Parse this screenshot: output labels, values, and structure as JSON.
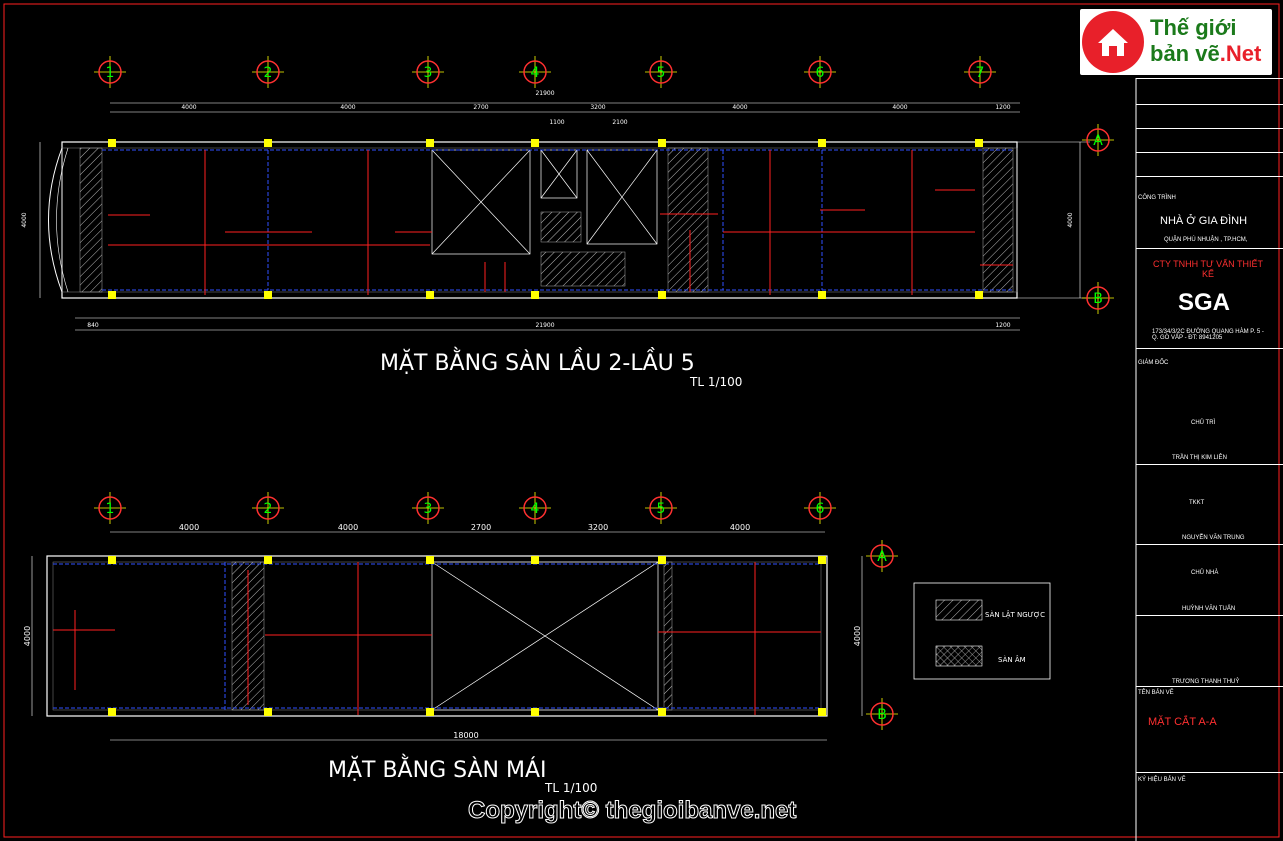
{
  "logo": {
    "line1": "Thế giới",
    "line2a": "bản vẽ",
    "line2b": ".Net",
    "color_green": "#1b7a1b",
    "color_red": "#e8202a"
  },
  "plan1": {
    "title": "MẶT BẰNG SÀN LẦU 2-LẦU 5",
    "scale": "TL 1/100",
    "axes": [
      "1",
      "2",
      "3",
      "4",
      "5",
      "6",
      "7"
    ],
    "row_axes": [
      "A",
      "B"
    ],
    "top_total": "21900",
    "top_dims": [
      "4000",
      "4000",
      "2700",
      "3200",
      "4000",
      "4000",
      "1200"
    ],
    "sub_dims": [
      "1100",
      "2100"
    ],
    "bottom_dims": [
      "840",
      "21900",
      "1200"
    ],
    "side_dim": "4000"
  },
  "plan2": {
    "title": "MẶT BẰNG SÀN MÁI",
    "scale": "TL 1/100",
    "axes": [
      "1",
      "2",
      "3",
      "4",
      "5",
      "6"
    ],
    "row_axes": [
      "A",
      "B"
    ],
    "top_dims": [
      "4000",
      "4000",
      "2700",
      "3200",
      "4000"
    ],
    "bottom_total": "18000",
    "side_dim": "4000"
  },
  "legend": {
    "item1": "SÀN LẬT NGƯỢC",
    "item2": "SÀN ÂM"
  },
  "title_block": {
    "cong_trinh_label": "CÔNG TRÌNH",
    "cong_trinh": "NHÀ Ở GIA ĐÌNH",
    "address": "QUẬN PHÚ NHUẬN , TP.HCM,",
    "consultant": "CTY TNHH TƯ VẤN THIẾT KẾ",
    "company": "SGA",
    "company_addr": "173/34/3/2C ĐƯỜNG QUANG HÀM P. 5 - Q. GÒ VẤP - ĐT: 8941205",
    "giam_doc_label": "GIÁM ĐỐC",
    "chu_tri_label": "CHỦ TRÌ",
    "chu_tri": "TRẦN THỊ KIM LIÊN",
    "tkkt_label": "TKKT",
    "tkkt": "NGUYỄN VĂN TRUNG",
    "chu_nha_label": "CHỦ NHÀ",
    "chu_nha": "HUỲNH VĂN TUẤN",
    "extra_name": "TRƯƠNG THANH THUỶ",
    "ten_ban_ve_label": "TÊN BẢN VẼ",
    "ten_ban_ve": "MẶT CẮT A-A",
    "ky_hieu_label": "KÝ HIỆU BẢN VẼ"
  },
  "copyright": "Copyright© thegioibanve.net",
  "colors": {
    "background": "#000000",
    "axis_circle": "#ff3030",
    "axis_text": "#00ff00",
    "column": "#ffff00",
    "rebar": "#ff2020",
    "wall": "#ffffff",
    "beam": "#3050ff",
    "dim": "#ffffff"
  }
}
